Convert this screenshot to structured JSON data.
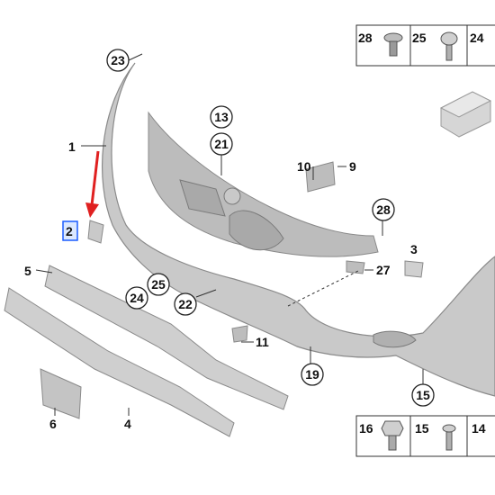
{
  "diagram": {
    "callouts": {
      "c23": "23",
      "c13": "13",
      "c21": "21",
      "c28": "28",
      "c25": "25",
      "c24": "24",
      "c22": "22",
      "c19": "19",
      "c15": "15"
    },
    "labels": {
      "l1": "1",
      "l2": "2",
      "l5": "5",
      "l10": "10",
      "l9": "9",
      "l3": "3",
      "l27": "27",
      "l11": "11",
      "l6": "6",
      "l4": "4"
    },
    "hardware_top": [
      "28",
      "25",
      "24"
    ],
    "hardware_bottom": [
      "16",
      "15",
      "14"
    ]
  },
  "colors": {
    "part_fill": "#c9c9c9",
    "part_stroke": "#8a8a8a",
    "arrow": "#e02020",
    "highlight": "#1a5cff"
  }
}
